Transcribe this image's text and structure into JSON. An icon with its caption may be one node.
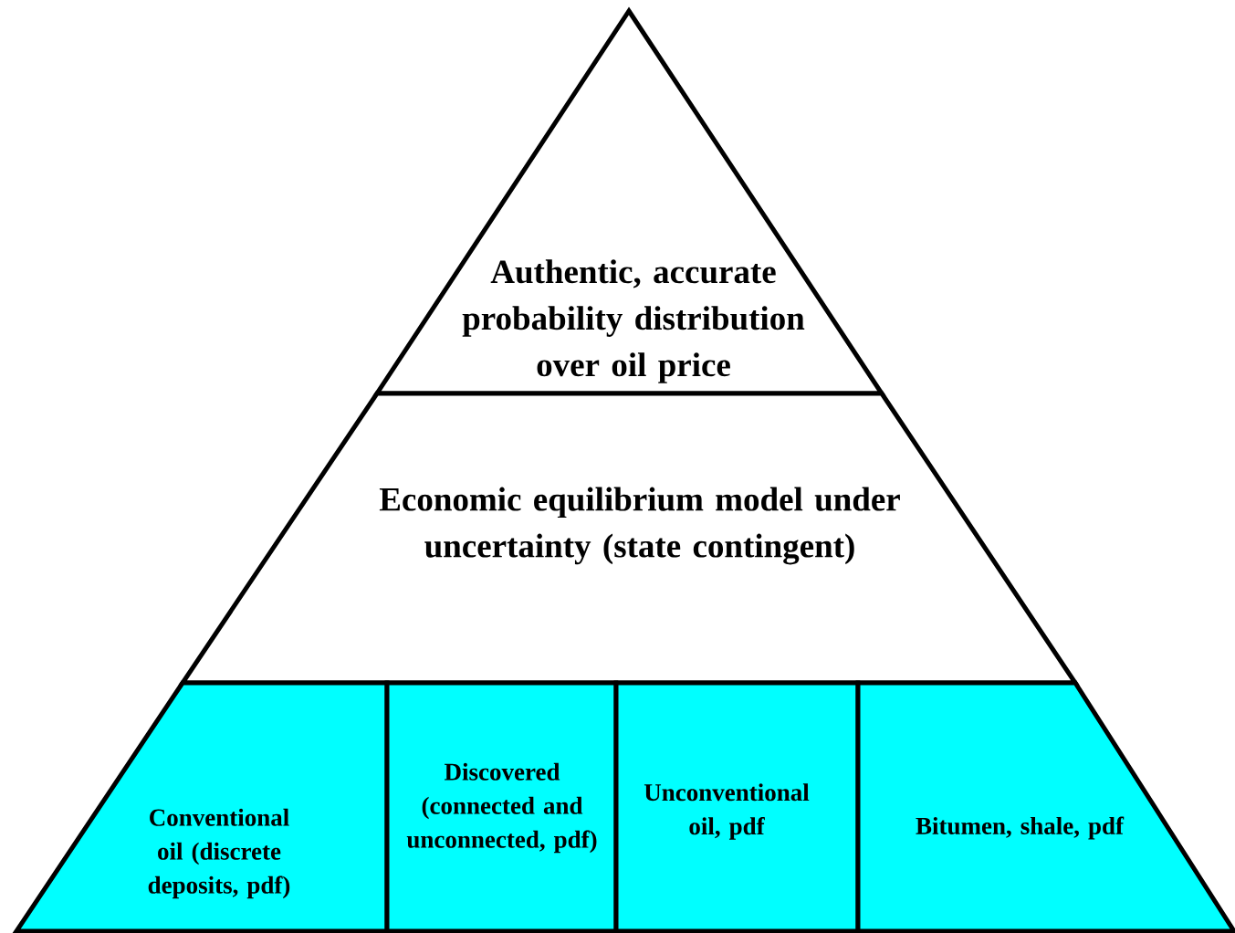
{
  "diagram": {
    "nodes": [
      {
        "text": [
          "Authentic, accurate probability distribution over oil price"
        ]
      },
      {
        "text": [
          "Economic equilibrium model under uncertainty (state contingent)"
        ]
      },
      {
        "text": [
          "Conventional oil (discrete deposits, pdf)"
        ]
      },
      {
        "text": [
          "Discovered (connected and unconnected, pdf)"
        ]
      },
      {
        "text": [
          "Unconventional oil, pdf"
        ]
      },
      {
        "text": [
          "Bitumen, shale, pdf"
        ]
      }
    ]
  }
}
